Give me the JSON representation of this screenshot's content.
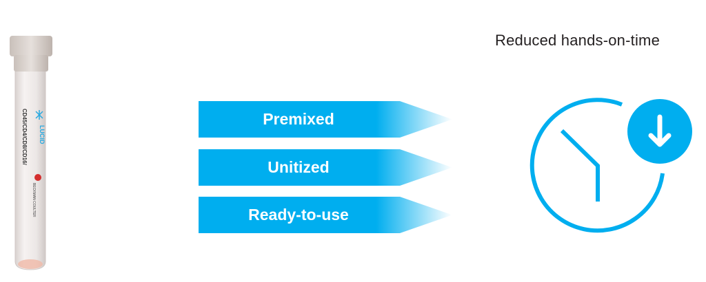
{
  "heading": "Reduced hands-on-time",
  "arrows": [
    {
      "label": "Premixed"
    },
    {
      "label": "Unitized"
    },
    {
      "label": "Ready-to-use"
    }
  ],
  "product_image": {
    "brand_logo_text": "LUCID",
    "tube_label_text": "CD45/CD4/CD8/CD16/",
    "manufacturer_logo_text": "BECKMAN COULTER"
  },
  "icons": [
    "clock-icon",
    "arrow-down-circle-icon"
  ],
  "colors": {
    "accent": "#00AEEF",
    "text": "#231F20"
  }
}
